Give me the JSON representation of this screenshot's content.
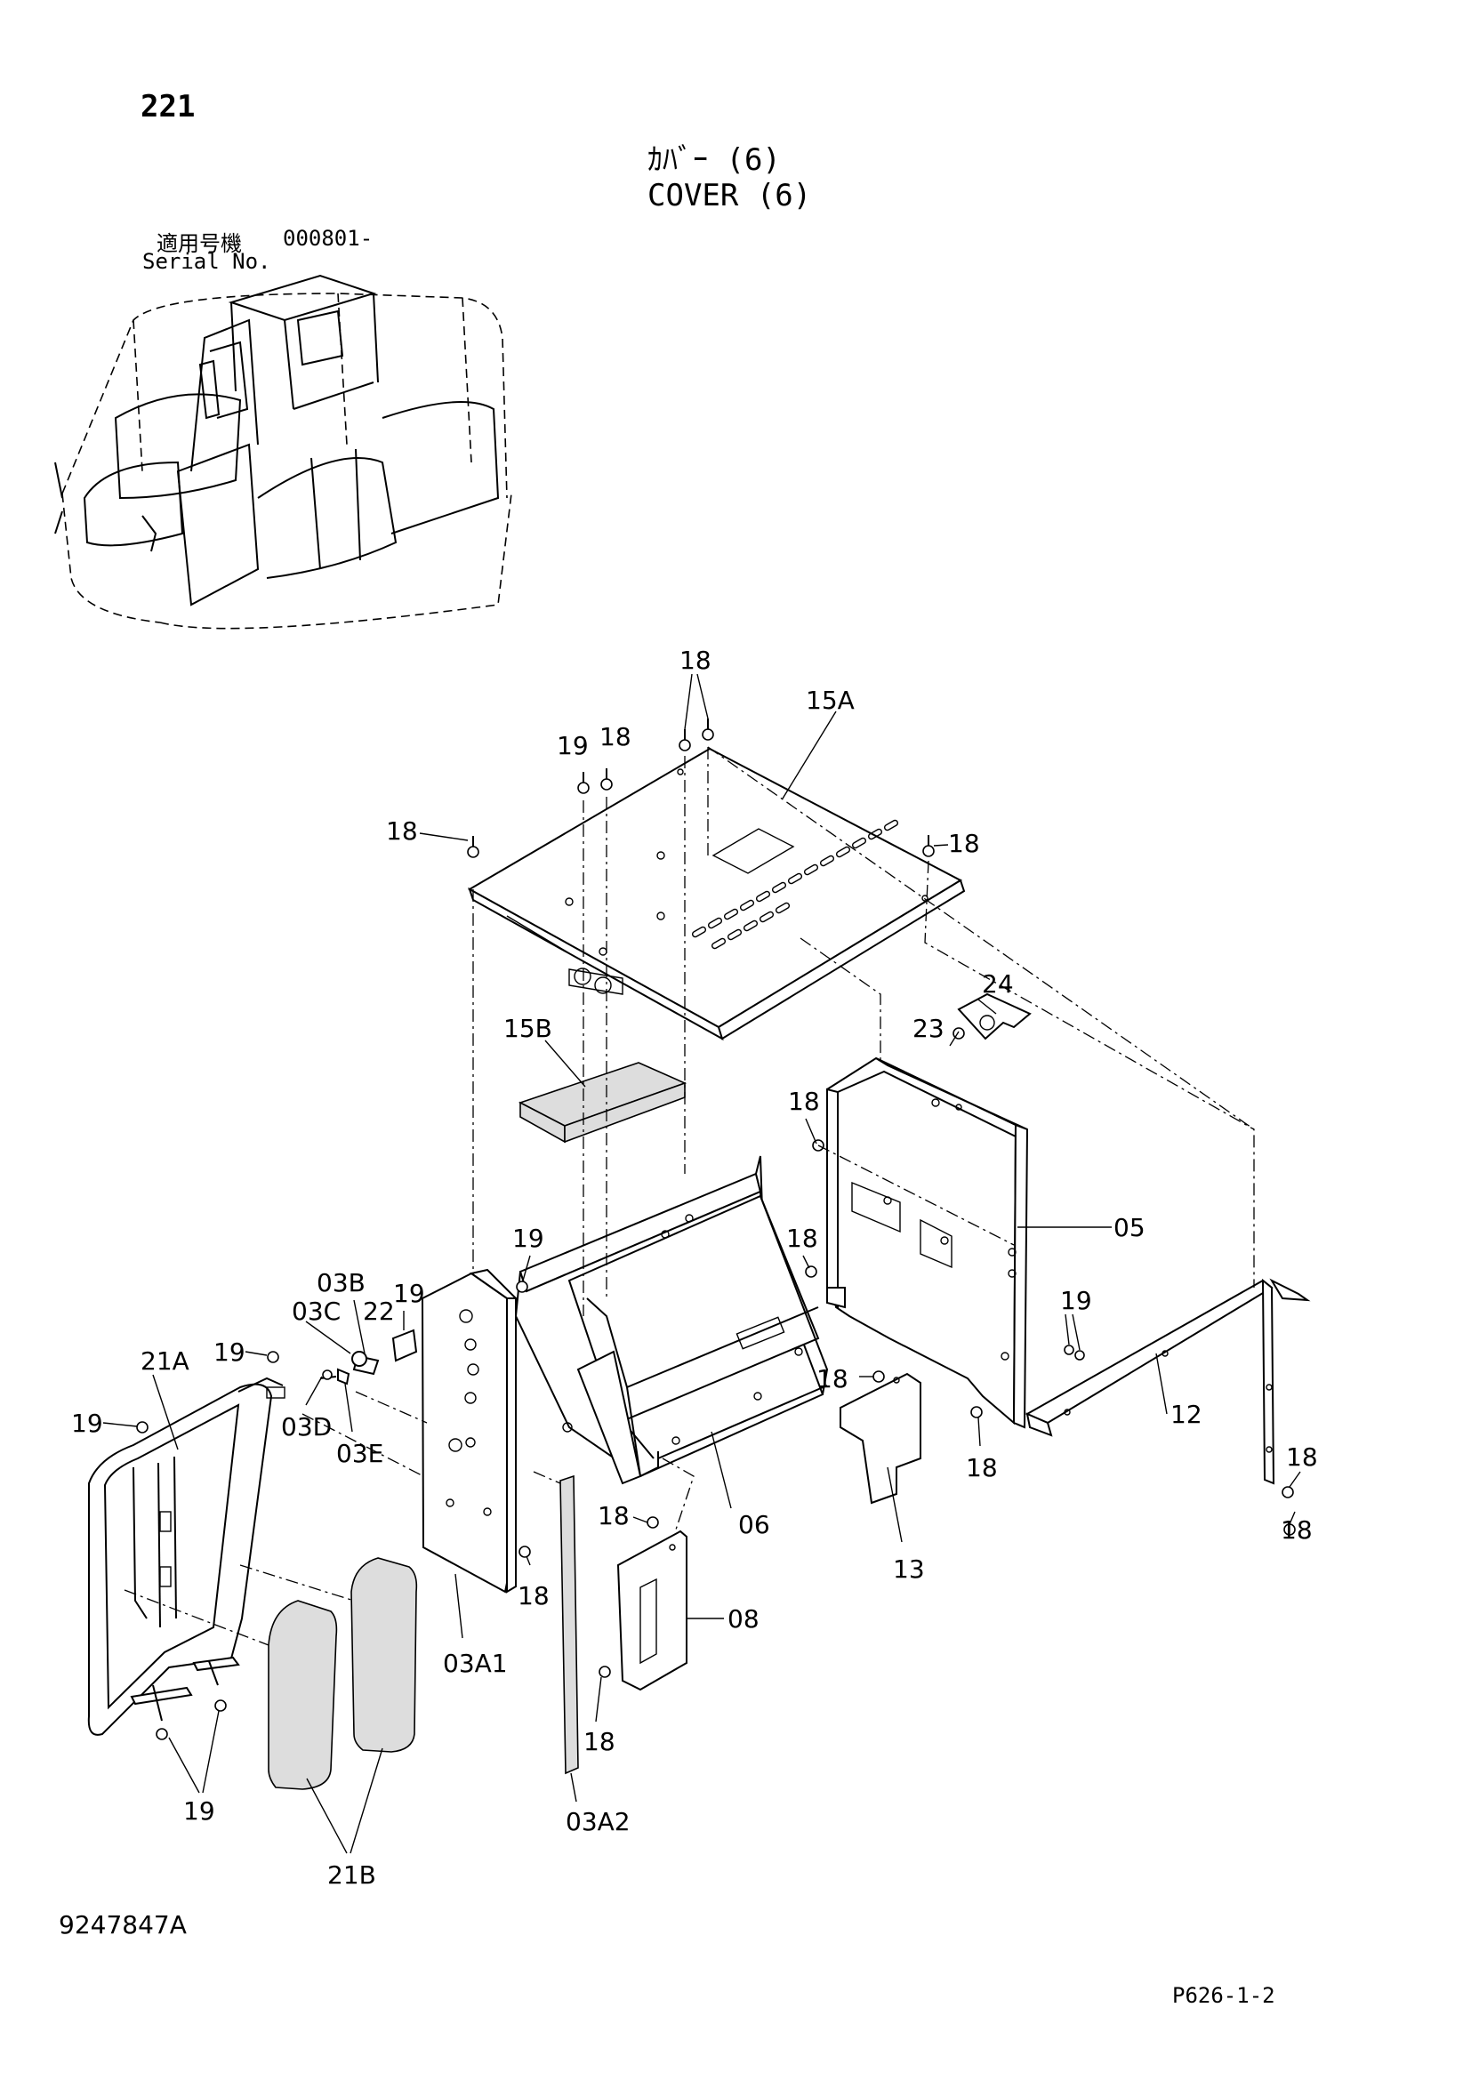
{
  "header": {
    "page_number": "221",
    "title_jp": "ｶﾊﾞｰ (6)",
    "title_en": "COVER (6)",
    "serial_label_jp": "適用号機",
    "serial_value": "000801-",
    "serial_label_en": "Serial No."
  },
  "footer": {
    "drawing_number": "9247847A",
    "page_code": "P626-1-2"
  },
  "callouts": [
    {
      "id": "c18a",
      "label": "18"
    },
    {
      "id": "c15A",
      "label": "15A"
    },
    {
      "id": "c19a",
      "label": "19"
    },
    {
      "id": "c18b",
      "label": "18"
    },
    {
      "id": "c18c",
      "label": "18"
    },
    {
      "id": "c18d",
      "label": "18"
    },
    {
      "id": "c24",
      "label": "24"
    },
    {
      "id": "c23",
      "label": "23"
    },
    {
      "id": "c15B",
      "label": "15B"
    },
    {
      "id": "c18e",
      "label": "18"
    },
    {
      "id": "c05",
      "label": "05"
    },
    {
      "id": "c18f",
      "label": "18"
    },
    {
      "id": "c19b",
      "label": "19"
    },
    {
      "id": "c03B",
      "label": "03B"
    },
    {
      "id": "c19c",
      "label": "19"
    },
    {
      "id": "c03C",
      "label": "03C"
    },
    {
      "id": "c22",
      "label": "22"
    },
    {
      "id": "c21A",
      "label": "21A"
    },
    {
      "id": "c19d",
      "label": "19"
    },
    {
      "id": "c19e",
      "label": "19"
    },
    {
      "id": "c03D",
      "label": "03D"
    },
    {
      "id": "c03E",
      "label": "03E"
    },
    {
      "id": "c18g",
      "label": "18"
    },
    {
      "id": "c19f",
      "label": "19"
    },
    {
      "id": "c12",
      "label": "12"
    },
    {
      "id": "c18h",
      "label": "18"
    },
    {
      "id": "c18i",
      "label": "18"
    },
    {
      "id": "c06",
      "label": "06"
    },
    {
      "id": "c18j",
      "label": "18"
    },
    {
      "id": "c13",
      "label": "13"
    },
    {
      "id": "c18k",
      "label": "18"
    },
    {
      "id": "c18l",
      "label": "18"
    },
    {
      "id": "c08",
      "label": "08"
    },
    {
      "id": "c03A1",
      "label": "03A1"
    },
    {
      "id": "c18m",
      "label": "18"
    },
    {
      "id": "c03A2",
      "label": "03A2"
    },
    {
      "id": "c19g",
      "label": "19"
    },
    {
      "id": "c21B",
      "label": "21B"
    }
  ]
}
